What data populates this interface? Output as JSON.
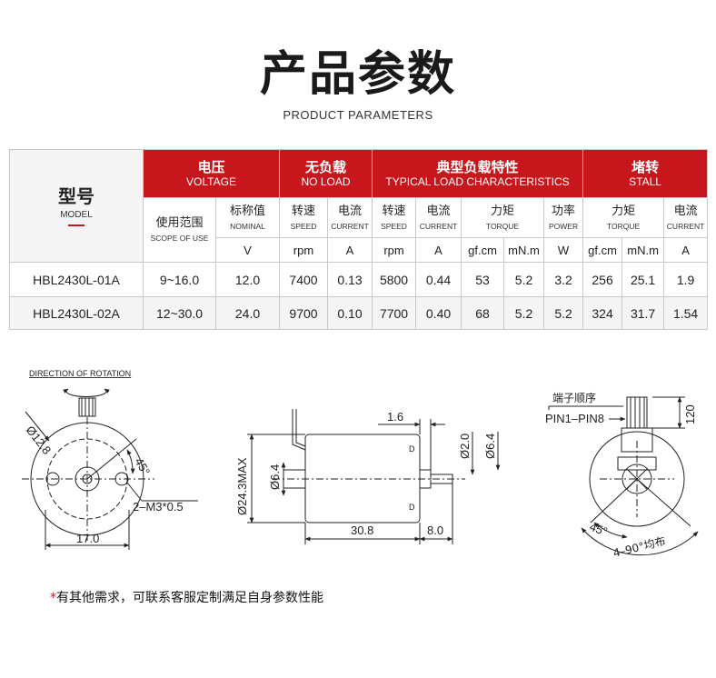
{
  "header": {
    "title": "产品参数",
    "subtitle": "PRODUCT PARAMETERS"
  },
  "table": {
    "model": {
      "cn": "型号",
      "en": "MODEL"
    },
    "groups": {
      "voltage": {
        "cn": "电压",
        "en": "VOLTAGE"
      },
      "no_load": {
        "cn": "无负载",
        "en": "NO LOAD"
      },
      "typical": {
        "cn": "典型负载特性",
        "en": "TYPICAL LOAD CHARACTERISTICS"
      },
      "stall": {
        "cn": "堵转",
        "en": "STALL"
      }
    },
    "subheaders": [
      {
        "cn": "使用范围",
        "en": "SCOPE OF USE"
      },
      {
        "cn": "标称值",
        "en": "NOMINAL"
      },
      {
        "cn": "转速",
        "en": "SPEED"
      },
      {
        "cn": "电流",
        "en": "CURRENT"
      },
      {
        "cn": "转速",
        "en": "SPEED"
      },
      {
        "cn": "电流",
        "en": "CURRENT"
      },
      {
        "cn": "力矩",
        "en": "TORQUE"
      },
      {
        "cn": "功率",
        "en": "POWER"
      },
      {
        "cn": "力矩",
        "en": "TORQUE"
      },
      {
        "cn": "电流",
        "en": "CURRENT"
      }
    ],
    "units": [
      "V",
      "rpm",
      "A",
      "rpm",
      "A",
      "gf.cm",
      "mN.m",
      "W",
      "gf.cm",
      "mN.m",
      "A"
    ],
    "rows": [
      [
        "HBL2430L-01A",
        "9~16.0",
        "12.0",
        "7400",
        "0.13",
        "5800",
        "0.44",
        "53",
        "5.2",
        "3.2",
        "256",
        "25.1",
        "1.9"
      ],
      [
        "HBL2430L-02A",
        "12~30.0",
        "24.0",
        "9700",
        "0.10",
        "7700",
        "0.40",
        "68",
        "5.2",
        "5.2",
        "324",
        "31.7",
        "1.54"
      ]
    ]
  },
  "drawing": {
    "direction_label": "DIRECTION OF ROTATION",
    "front": {
      "dia": "Ø12.8",
      "angle": "45°",
      "holes": "2–M3*0.5",
      "width": "17.0"
    },
    "side": {
      "dim_16": "1.6",
      "body_dia": "Ø24.3MAX",
      "dia_64_left": "Ø6.4",
      "shaft_dia": "Ø2.0",
      "dia_64_right": "Ø6.4",
      "length": "30.8",
      "shaft_len": "8.0",
      "mark": "D"
    },
    "rear": {
      "terminal_cn": "端子顺序",
      "pin_label": "PIN1–PIN8",
      "dim_120": "120",
      "angle": "45°",
      "spacing": "4–90°均布"
    }
  },
  "note": {
    "star": "*",
    "text": "有其他需求，可联系客服定制满足自身参数性能"
  }
}
